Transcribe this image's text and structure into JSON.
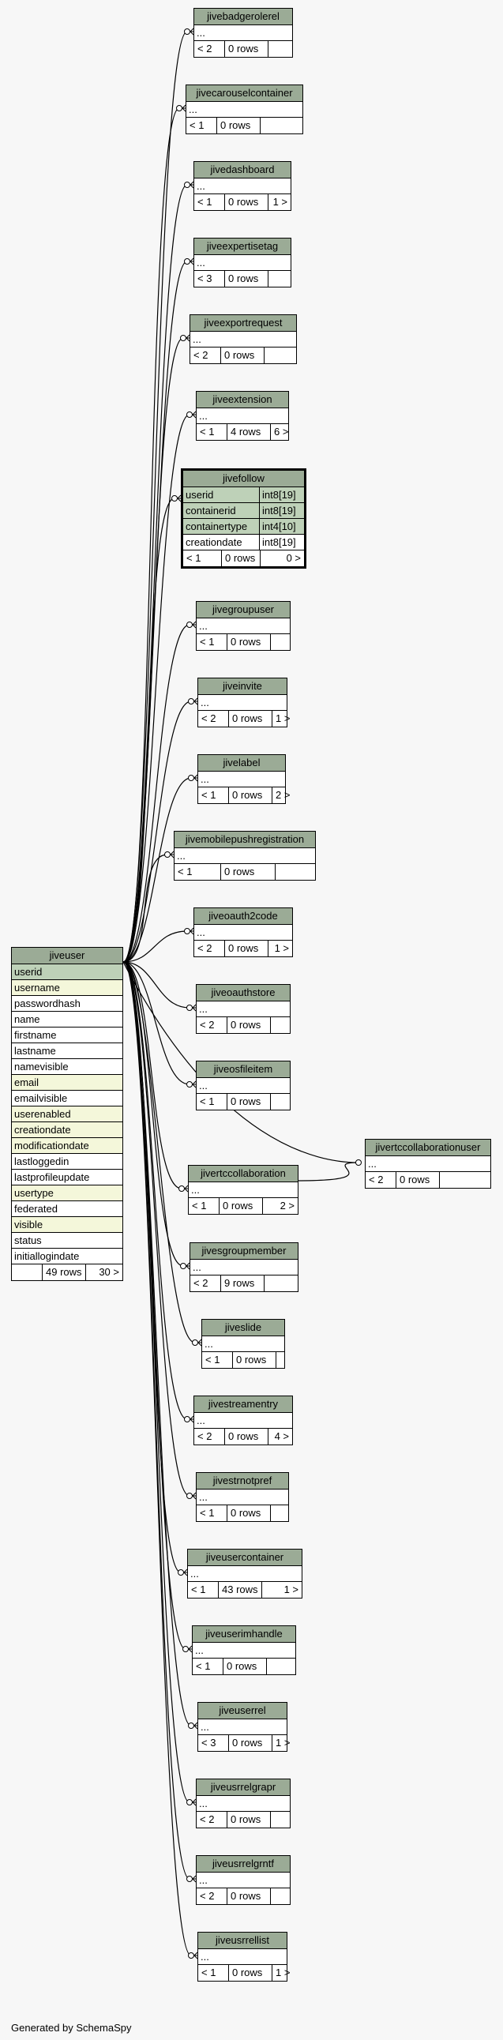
{
  "diagram": {
    "generated_by": "Generated by SchemaSpy",
    "ellipsis": "...",
    "central": {
      "name": "jiveuser",
      "columns": [
        {
          "name": "userid",
          "kind": "pk"
        },
        {
          "name": "username",
          "kind": "idx"
        },
        {
          "name": "passwordhash",
          "kind": "plain"
        },
        {
          "name": "name",
          "kind": "plain"
        },
        {
          "name": "firstname",
          "kind": "plain"
        },
        {
          "name": "lastname",
          "kind": "plain"
        },
        {
          "name": "namevisible",
          "kind": "plain"
        },
        {
          "name": "email",
          "kind": "idx"
        },
        {
          "name": "emailvisible",
          "kind": "plain"
        },
        {
          "name": "userenabled",
          "kind": "idx"
        },
        {
          "name": "creationdate",
          "kind": "idx"
        },
        {
          "name": "modificationdate",
          "kind": "idx"
        },
        {
          "name": "lastloggedin",
          "kind": "plain"
        },
        {
          "name": "lastprofileupdate",
          "kind": "plain"
        },
        {
          "name": "usertype",
          "kind": "idx"
        },
        {
          "name": "federated",
          "kind": "plain"
        },
        {
          "name": "visible",
          "kind": "idx"
        },
        {
          "name": "status",
          "kind": "plain"
        },
        {
          "name": "initiallogindate",
          "kind": "plain"
        }
      ],
      "footer": {
        "parents": "",
        "rows": "49 rows",
        "children": "30 >"
      }
    },
    "focused": {
      "name": "jivefollow",
      "columns": [
        {
          "name": "userid",
          "type": "int8[19]",
          "kind": "pk"
        },
        {
          "name": "containerid",
          "type": "int8[19]",
          "kind": "pk"
        },
        {
          "name": "containertype",
          "type": "int4[10]",
          "kind": "pk"
        },
        {
          "name": "creationdate",
          "type": "int8[19]",
          "kind": "plain"
        }
      ],
      "footer": {
        "parents": "< 1",
        "rows": "0 rows",
        "children": "0 >"
      }
    },
    "tables": [
      {
        "name": "jivebadgerolerel",
        "parents": "< 2",
        "rows": "0 rows",
        "children": ""
      },
      {
        "name": "jivecarouselcontainer",
        "parents": "< 1",
        "rows": "0 rows",
        "children": ""
      },
      {
        "name": "jivedashboard",
        "parents": "< 1",
        "rows": "0 rows",
        "children": "1 >"
      },
      {
        "name": "jiveexpertisetag",
        "parents": "< 3",
        "rows": "0 rows",
        "children": ""
      },
      {
        "name": "jiveexportrequest",
        "parents": "< 2",
        "rows": "0 rows",
        "children": ""
      },
      {
        "name": "jiveextension",
        "parents": "< 1",
        "rows": "4 rows",
        "children": "6 >"
      },
      {
        "name": "jivegroupuser",
        "parents": "< 1",
        "rows": "0 rows",
        "children": ""
      },
      {
        "name": "jiveinvite",
        "parents": "< 2",
        "rows": "0 rows",
        "children": "1 >"
      },
      {
        "name": "jivelabel",
        "parents": "< 1",
        "rows": "0 rows",
        "children": "2 >"
      },
      {
        "name": "jivemobilepushregistration",
        "parents": "< 1",
        "rows": "0 rows",
        "children": ""
      },
      {
        "name": "jiveoauth2code",
        "parents": "< 2",
        "rows": "0 rows",
        "children": "1 >"
      },
      {
        "name": "jiveoauthstore",
        "parents": "< 2",
        "rows": "0 rows",
        "children": ""
      },
      {
        "name": "jiveosfileitem",
        "parents": "< 1",
        "rows": "0 rows",
        "children": ""
      },
      {
        "name": "jivertccollaboration",
        "parents": "< 1",
        "rows": "0 rows",
        "children": "2 >"
      },
      {
        "name": "jivertccollaborationuser",
        "parents": "< 2",
        "rows": "0 rows",
        "children": ""
      },
      {
        "name": "jivesgroupmember",
        "parents": "< 2",
        "rows": "9 rows",
        "children": ""
      },
      {
        "name": "jiveslide",
        "parents": "< 1",
        "rows": "0 rows",
        "children": ""
      },
      {
        "name": "jivestreamentry",
        "parents": "< 2",
        "rows": "0 rows",
        "children": "4 >"
      },
      {
        "name": "jivestrnotpref",
        "parents": "< 1",
        "rows": "0 rows",
        "children": ""
      },
      {
        "name": "jiveusercontainer",
        "parents": "< 1",
        "rows": "43 rows",
        "children": "1 >"
      },
      {
        "name": "jiveuserimhandle",
        "parents": "< 1",
        "rows": "0 rows",
        "children": ""
      },
      {
        "name": "jiveuserrel",
        "parents": "< 3",
        "rows": "0 rows",
        "children": "1 >"
      },
      {
        "name": "jiveusrrelgrapr",
        "parents": "< 2",
        "rows": "0 rows",
        "children": ""
      },
      {
        "name": "jiveusrrelgrntf",
        "parents": "< 2",
        "rows": "0 rows",
        "children": ""
      },
      {
        "name": "jiveusrrellist",
        "parents": "< 1",
        "rows": "0 rows",
        "children": "1 >"
      }
    ]
  }
}
